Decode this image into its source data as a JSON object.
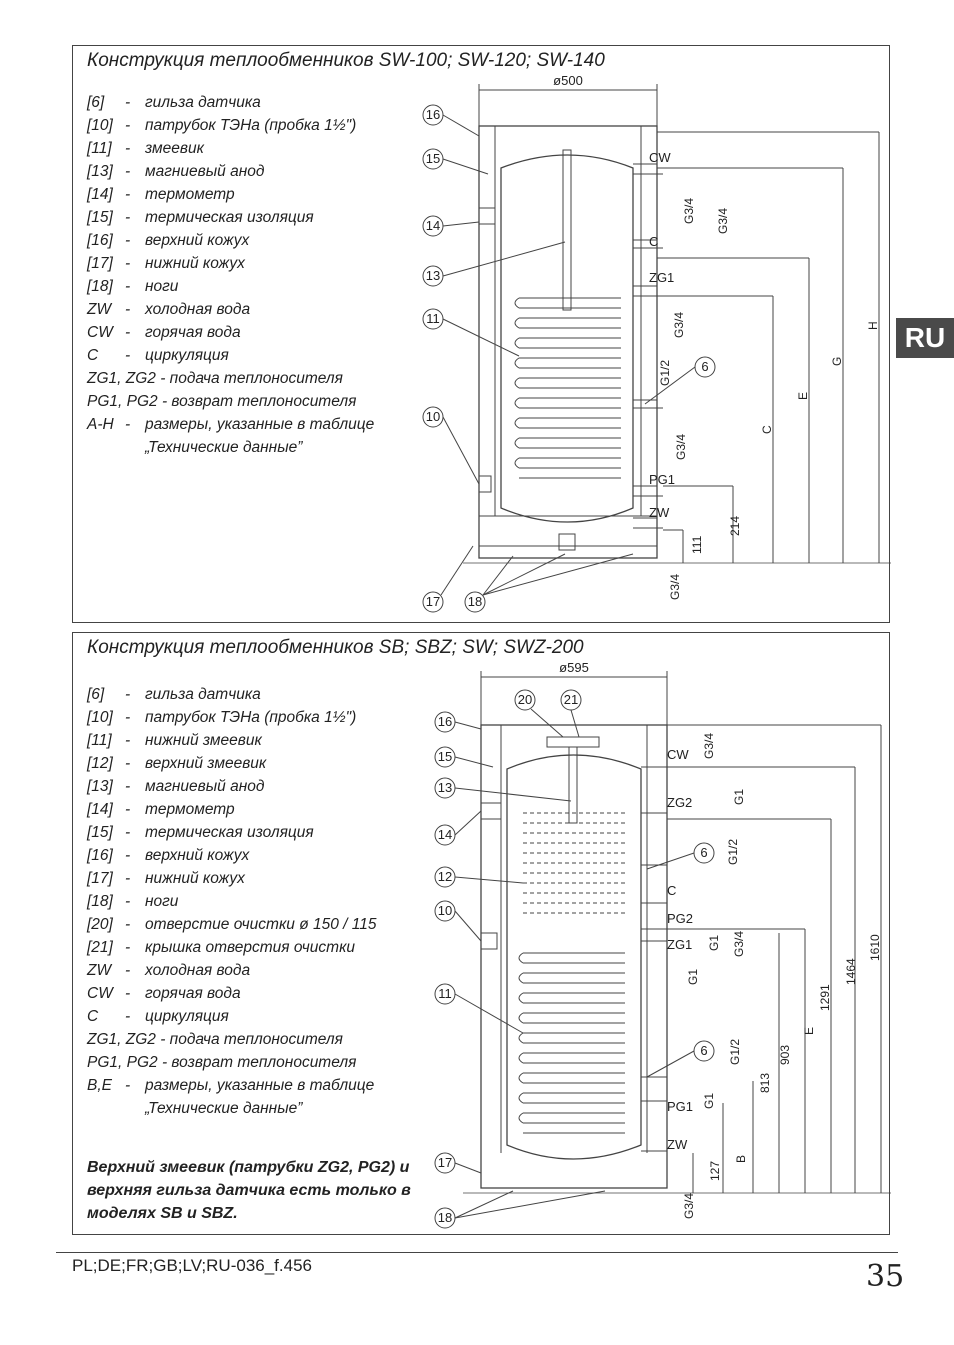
{
  "side_tab": "RU",
  "footer": {
    "code": "PL;DE;FR;GB;LV;RU-036_f.456",
    "page": "35"
  },
  "panel1": {
    "title": "Конструкция теплообменников SW-100; SW-120; SW-140",
    "legend": [
      {
        "key": "[6]",
        "dash": "-",
        "text": "гильза датчика"
      },
      {
        "key": "[10]",
        "dash": "-",
        "text": "патрубок ТЭНа (пробка 1½\")"
      },
      {
        "key": "[11]",
        "dash": "-",
        "text": "змеевик"
      },
      {
        "key": "[13]",
        "dash": "-",
        "text": "магниевый анод"
      },
      {
        "key": "[14]",
        "dash": "-",
        "text": "термометр"
      },
      {
        "key": "[15]",
        "dash": "-",
        "text": "термическая изоляция"
      },
      {
        "key": "[16]",
        "dash": "-",
        "text": "верхний кожух"
      },
      {
        "key": "[17]",
        "dash": "-",
        "text": "нижний кожух"
      },
      {
        "key": "[18]",
        "dash": "-",
        "text": "ноги"
      },
      {
        "key": "ZW",
        "dash": "-",
        "text": "холодная вода"
      },
      {
        "key": "CW",
        "dash": "-",
        "text": "горячая вода"
      },
      {
        "key": "C",
        "dash": "-",
        "text": "циркуляция"
      },
      {
        "full": "ZG1, ZG2 - подача теплоносителя"
      },
      {
        "full": "PG1, PG2 - возврат теплоносителя"
      },
      {
        "key": "A-H",
        "dash": "-",
        "text": "размеры, указанные в таблице"
      },
      {
        "cont": "„Технические данные”"
      }
    ],
    "diagram": {
      "width_label": "ø500",
      "callouts": [
        "16",
        "15",
        "14",
        "13",
        "11",
        "10",
        "17",
        "18",
        "6"
      ],
      "conn_labels": [
        "CW",
        "C",
        "ZG1",
        "PG1",
        "ZW"
      ],
      "thread_labels": [
        "G3/4",
        "G3/4",
        "G3/4",
        "G1/2",
        "G3/4",
        "G3/4"
      ],
      "dim_labels": [
        "111",
        "214",
        "C",
        "E",
        "G",
        "H"
      ]
    }
  },
  "panel2": {
    "title": "Конструкция теплообменников SB; SBZ; SW; SWZ-200",
    "legend": [
      {
        "key": "[6]",
        "dash": "-",
        "text": "гильза датчика"
      },
      {
        "key": "[10]",
        "dash": "-",
        "text": "патрубок ТЭНа (пробка 1½\")"
      },
      {
        "key": "[11]",
        "dash": "-",
        "text": "нижний змеевик"
      },
      {
        "key": "[12]",
        "dash": "-",
        "text": "верхний змеевик"
      },
      {
        "key": "[13]",
        "dash": "-",
        "text": "магниевый анод"
      },
      {
        "key": "[14]",
        "dash": "-",
        "text": "термометр"
      },
      {
        "key": "[15]",
        "dash": "-",
        "text": "термическая изоляция"
      },
      {
        "key": "[16]",
        "dash": "-",
        "text": "верхний кожух"
      },
      {
        "key": "[17]",
        "dash": "-",
        "text": "нижний кожух"
      },
      {
        "key": "[18]",
        "dash": "-",
        "text": "ноги"
      },
      {
        "key": "[20]",
        "dash": "-",
        "text": "отверстие очистки ø 150 / 115"
      },
      {
        "key": "[21]",
        "dash": "-",
        "text": "крышка отверстия очистки"
      },
      {
        "key": "ZW",
        "dash": "-",
        "text": "холодная вода"
      },
      {
        "key": "CW",
        "dash": "-",
        "text": "горячая вода"
      },
      {
        "key": "C",
        "dash": "-",
        "text": "циркуляция"
      },
      {
        "full": "ZG1, ZG2 - подача теплоносителя"
      },
      {
        "full": "PG1, PG2 - возврат теплоносителя"
      },
      {
        "key": "B,E",
        "dash": "-",
        "text": "размеры, указанные в таблице"
      },
      {
        "cont": "„Технические данные”"
      }
    ],
    "note": "Верхний змеевик (патрубки ZG2, PG2) и верхняя гильза датчика есть только в моделях SB и SBZ.",
    "diagram": {
      "width_label": "ø595",
      "callouts": [
        "20",
        "21",
        "16",
        "15",
        "13",
        "14",
        "12",
        "10",
        "11",
        "17",
        "18",
        "6",
        "6"
      ],
      "conn_labels": [
        "CW",
        "ZG2",
        "C",
        "PG2",
        "ZG1",
        "PG1",
        "ZW"
      ],
      "thread_labels": [
        "G3/4",
        "G1",
        "G1/2",
        "G1",
        "G3/4",
        "G1",
        "G1/2",
        "G1",
        "G3/4"
      ],
      "dim_labels": [
        "127",
        "B",
        "813",
        "903",
        "E",
        "1291",
        "1464",
        "1610"
      ]
    }
  }
}
